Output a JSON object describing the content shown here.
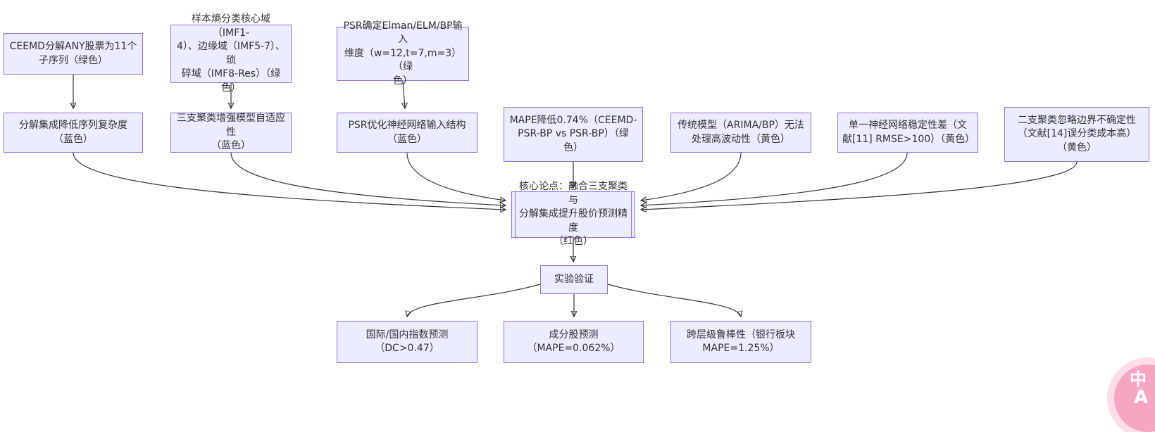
{
  "diagram": {
    "type": "flowchart",
    "colors": {
      "node_fill": "#ECECFF",
      "node_border": "#9370DB",
      "text": "#333333",
      "edge": "#333333",
      "background": "#ffffff",
      "badge_pink": "#f6a6c3"
    },
    "nodes": {
      "ceemd": {
        "label": "CEEMD分解ANY股票为11个\n子序列（绿色）"
      },
      "entropy": {
        "label": "样本熵分类核心域（IMF1-\n4）、边缘域（IMF5-7）、琐\n碎域（IMF8-Res）（绿色）"
      },
      "psr_dim": {
        "label": "PSR确定Elman/ELM/BP输入\n维度（w=12,t=7,m=3）（绿\n色）"
      },
      "decompose": {
        "label": "分解集成降低序列复杂度\n（蓝色）"
      },
      "threeway": {
        "label": "三支聚类增强模型自适应性\n（蓝色）"
      },
      "psr_opt": {
        "label": "PSR优化神经网络输入结构\n（蓝色）"
      },
      "mape": {
        "label": "MAPE降低0.74%（CEEMD-\nPSR-BP vs PSR-BP）（绿\n色）"
      },
      "traditional": {
        "label": "传统模型（ARIMA/BP）无法\n处理高波动性（黄色）"
      },
      "single_nn": {
        "label": "单一神经网络稳定性差（文\n献[11] RMSE>100）（黄色）"
      },
      "twoway": {
        "label": "二支聚类忽略边界不确定性\n（文献[14]误分类成本高）\n（黄色）"
      },
      "core": {
        "label": "核心论点：融合三支聚类与\n分解集成提升股价预测精度\n（红色）"
      },
      "experiment": {
        "label": "实验验证"
      },
      "index_pred": {
        "label": "国际/国内指数预测\n（DC>0.47）"
      },
      "constituent_pred": {
        "label": "成分股预测\n（MAPE=0.062%）"
      },
      "robustness": {
        "label": "跨层级鲁棒性（银行板块\nMAPE=1.25%）"
      }
    }
  },
  "badge": {
    "zh": "中",
    "en": "A"
  }
}
